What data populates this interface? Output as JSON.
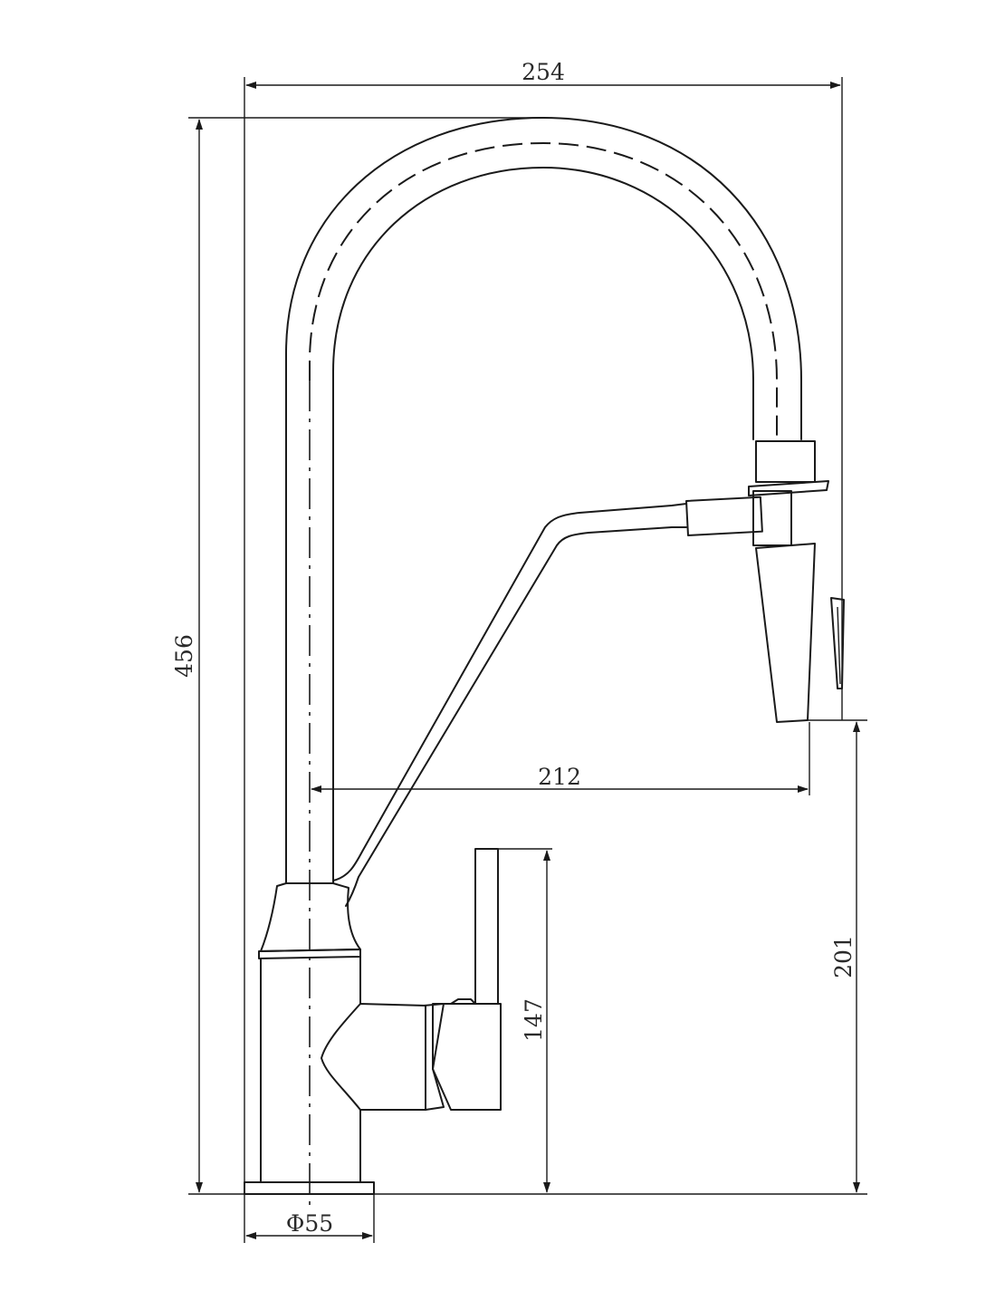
{
  "dimensions": {
    "total_width": "254",
    "total_height": "456",
    "spout_reach": "212",
    "spout_outlet_height": "201",
    "handle_height": "147",
    "base_diameter": "Φ55"
  },
  "colors": {
    "line": "#1a1a1a",
    "background": "#ffffff"
  }
}
